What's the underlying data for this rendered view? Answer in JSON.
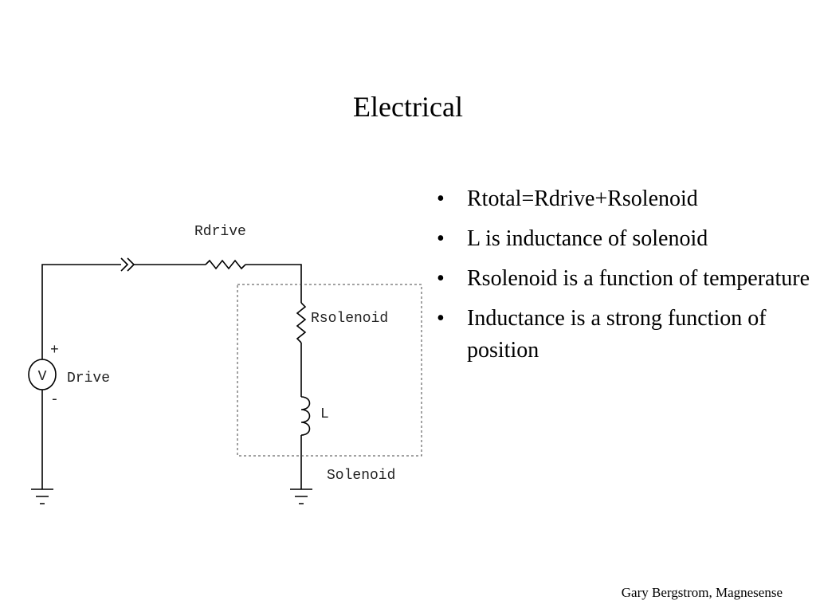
{
  "slide": {
    "title": "Electrical",
    "bullets": [
      "Rtotal=Rdrive+Rsolenoid",
      "L is inductance of solenoid",
      "Rsolenoid is a function of temperature",
      "Inductance is a strong function of position"
    ],
    "bullet_symbol": "•",
    "footer": "Gary Bergstrom, Magnesense"
  },
  "diagram": {
    "labels": {
      "rdrive": "Rdrive",
      "rsolenoid": "Rsolenoid",
      "inductor": "L",
      "source_symbol": "V",
      "source_plus": "+",
      "source_minus": "-",
      "source_name": "Drive",
      "solenoid_box": "Solenoid"
    }
  }
}
